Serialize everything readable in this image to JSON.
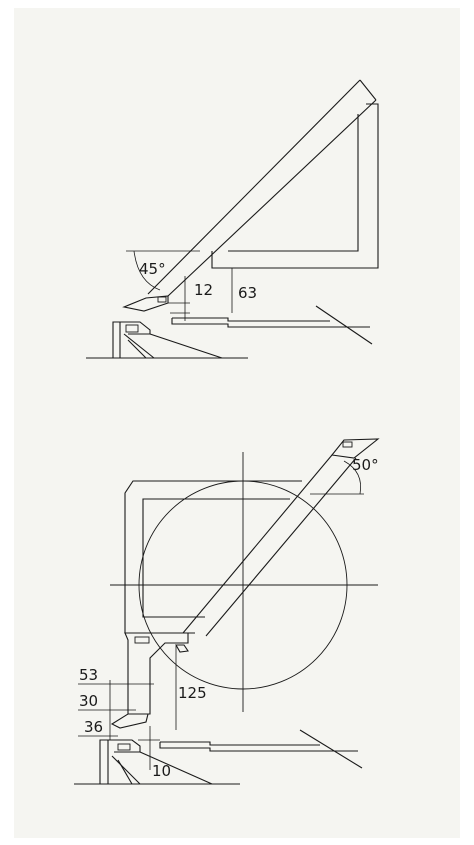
{
  "colors": {
    "sheet_background": "#f5f5f1",
    "page_background": "#ffffff",
    "line": "#1a1a1a"
  },
  "upper_view": {
    "angle_label": "45°",
    "dim_gap_label": "12",
    "dim_height_label": "63"
  },
  "lower_view": {
    "angle_label": "50°",
    "dim_width_label": "53",
    "dim_mid_label": "30",
    "dim_low_label": "36",
    "dim_height_label": "125",
    "dim_gap_label": "10"
  }
}
